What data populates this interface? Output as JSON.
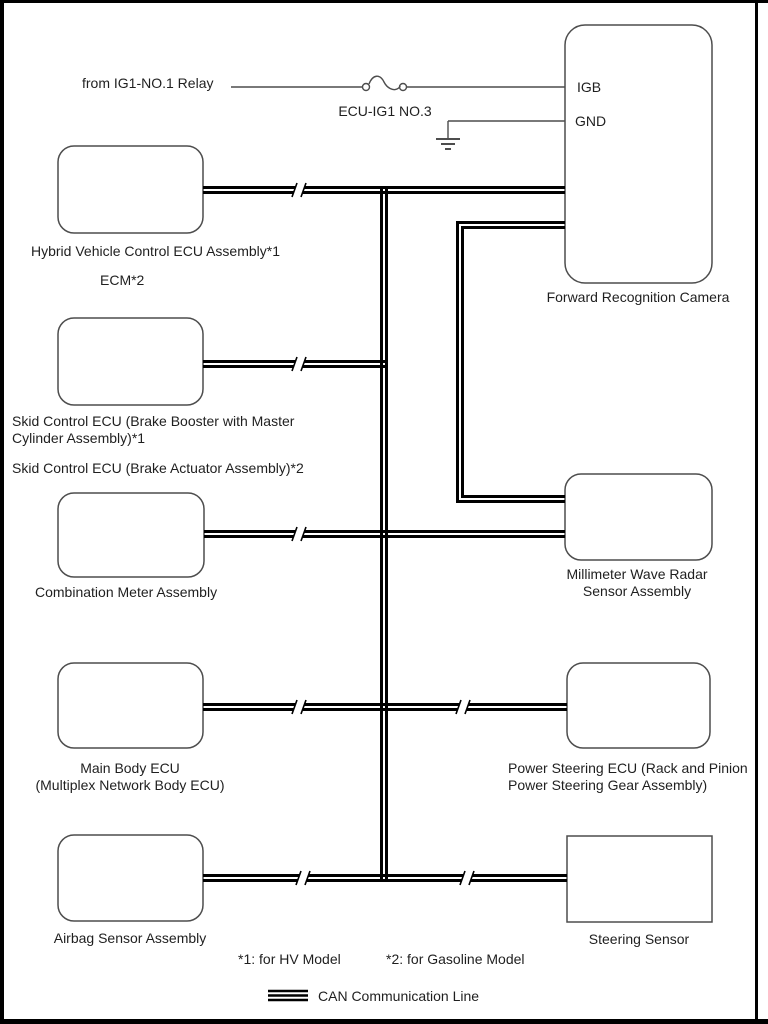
{
  "labels": {
    "relay": "from IG1-NO.1 Relay",
    "fuse": "ECU-IG1 NO.3",
    "igb": "IGB",
    "gnd": "GND",
    "hybrid": "Hybrid Vehicle Control ECU Assembly*1",
    "ecm": "ECM*2",
    "skid_booster_1": "Skid Control ECU (Brake Booster with Master",
    "skid_booster_2": "Cylinder Assembly)*1",
    "skid_actuator": "Skid Control ECU (Brake Actuator Assembly)*2",
    "combination_meter": "Combination Meter Assembly",
    "forward_camera": "Forward Recognition Camera",
    "radar_1": "Millimeter Wave Radar",
    "radar_2": "Sensor Assembly",
    "main_body_1": "Main Body ECU",
    "main_body_2": "(Multiplex Network Body ECU)",
    "power_steering_1": "Power Steering ECU (Rack and Pinion",
    "power_steering_2": "Power Steering Gear Assembly)",
    "airbag": "Airbag Sensor Assembly",
    "steering_sensor": "Steering Sensor",
    "note_hv": "*1: for HV Model",
    "note_gasoline": "*2: for Gasoline Model",
    "legend_can": "CAN Communication Line"
  },
  "colors": {
    "can_line": "#000000",
    "box_stroke": "#4d4d4d",
    "thin_wire": "#4d4d4d",
    "text": "#1f1f1f",
    "background": "#ffffff"
  }
}
